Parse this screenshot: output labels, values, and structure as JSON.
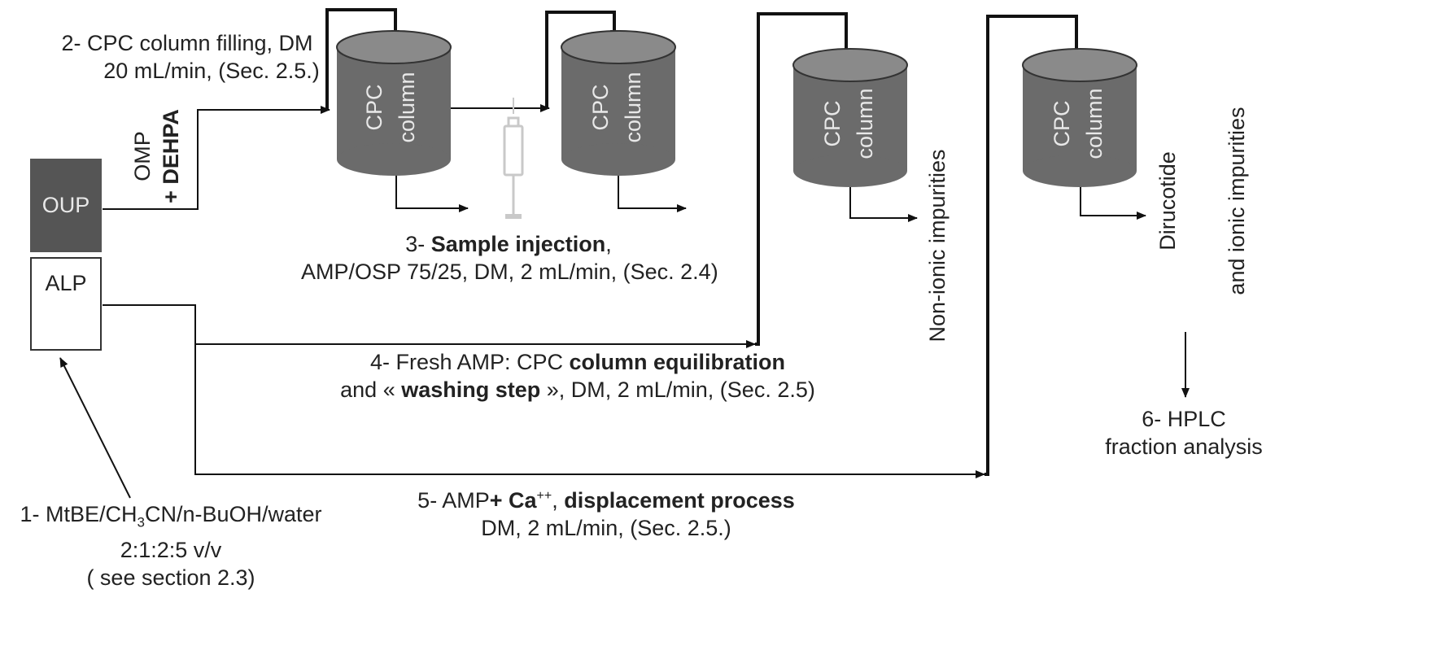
{
  "boxes": {
    "oup": "OUP",
    "alp": "ALP"
  },
  "columns": {
    "line1": "CPC",
    "line2": "column"
  },
  "colors": {
    "column_fill": "#6b6b6b",
    "column_top": "#8a8a8a",
    "oup_fill": "#555555",
    "line": "#111111",
    "syringe": "#cfcfcf"
  },
  "steps": {
    "step1": {
      "line1_pre": "1- MtBE/CH",
      "line1_sub1": "3",
      "line1_post": "CN/n-BuOH/water",
      "line2": "2:1:2:5 v/v",
      "line3": "( see section 2.3)"
    },
    "step2": {
      "line1": "2- CPC column filling, DM",
      "line2": "20 mL/min, (Sec. 2.5.)"
    },
    "step3": {
      "line1_bold": "Sample injection",
      "line1_prefix": "3- ",
      "line1_suffix": ",",
      "line2": "AMP/OSP 75/25, DM, 2 mL/min, (Sec. 2.4)"
    },
    "step4": {
      "line1_prefix": "4- Fresh AMP: CPC ",
      "line1_bold": "column equilibration",
      "line2_prefix": "and « ",
      "line2_bold": "washing step",
      "line2_suffix": " », DM, 2 mL/min, (Sec. 2.5)"
    },
    "step5": {
      "line1_prefix": "5- AMP",
      "line1_bold1": "+ Ca",
      "line1_sup": "++",
      "line1_mid": ", ",
      "line1_bold2": "displacement process",
      "line2": "DM, 2 mL/min, (Sec. 2.5.)"
    },
    "step6": {
      "line1": "6- HPLC",
      "line2": "fraction analysis"
    }
  },
  "vertical_labels": {
    "omp": "OMP",
    "dehpa": "+ DEHPA",
    "non_ionic": "Non-ionic impurities",
    "dirucotide1": "Dirucotide",
    "dirucotide2": "and ionic impurities"
  }
}
